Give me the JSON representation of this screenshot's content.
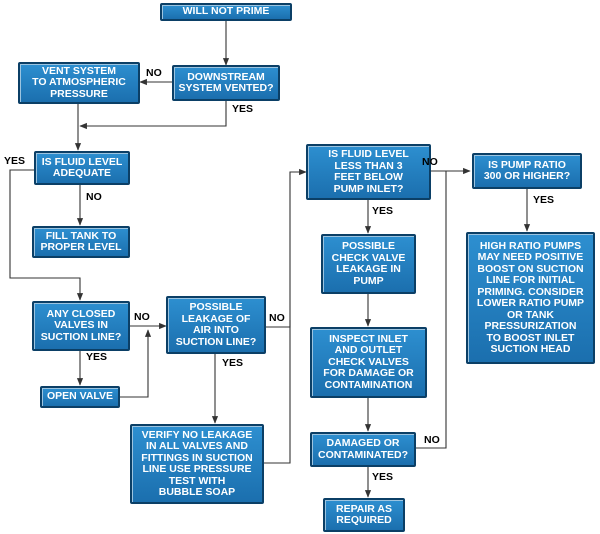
{
  "nodes": {
    "start": "WILL NOT PRIME",
    "downstream_vented": "DOWNSTREAM\nSYSTEM VENTED?",
    "vent_system": "VENT SYSTEM\nTO ATMOSPHERIC\nPRESSURE",
    "fluid_level_adequate": "IS FLUID LEVEL\nADEQUATE",
    "fill_tank": "FILL TANK TO\nPROPER LEVEL",
    "closed_valves": "ANY CLOSED\nVALVES IN\nSUCTION LINE?",
    "open_valve": "OPEN VALVE",
    "air_leakage": "POSSIBLE\nLEAKAGE OF\nAIR INTO\nSUCTION LINE?",
    "verify_no_leakage": "VERIFY NO LEAKAGE\nIN ALL VALVES AND\nFITTINGS IN SUCTION\nLINE USE PRESSURE\nTEST WITH\nBUBBLE SOAP",
    "fluid_below_inlet": "IS FLUID LEVEL\nLESS THAN 3\nFEET BELOW\nPUMP INLET?",
    "check_valve_leakage": "POSSIBLE\nCHECK VALVE\nLEAKAGE IN\nPUMP",
    "inspect_valves": "INSPECT INLET\nAND OUTLET\nCHECK VALVES\nFOR DAMAGE OR\nCONTAMINATION",
    "damaged": "DAMAGED OR\nCONTAMINATED?",
    "repair": "REPAIR AS\nREQUIRED",
    "pump_ratio": "IS PUMP RATIO\n300 OR HIGHER?",
    "high_ratio": "HIGH RATIO PUMPS\nMAY NEED POSITIVE\nBOOST ON SUCTION\nLINE FOR INITIAL\nPRIMING. CONSIDER\nLOWER RATIO PUMP\nOR TANK\nPRESSURIZATION\nTO BOOST INLET\nSUCTION HEAD"
  },
  "labels": {
    "no_downstream": "NO",
    "yes_downstream": "YES",
    "yes_fluid_level": "YES",
    "no_fluid_level": "NO",
    "no_closed_valves": "NO",
    "yes_closed_valves": "YES",
    "no_air_leakage": "NO",
    "yes_air_leakage": "YES",
    "no_fluid_below": "NO",
    "yes_fluid_below": "YES",
    "no_damaged": "NO",
    "yes_damaged": "YES",
    "yes_pump_ratio": "YES"
  },
  "colors": {
    "box_fill": "#1f78bd",
    "box_border": "#0b3f66",
    "box_text": "#ffffff",
    "connector": "#333333"
  }
}
